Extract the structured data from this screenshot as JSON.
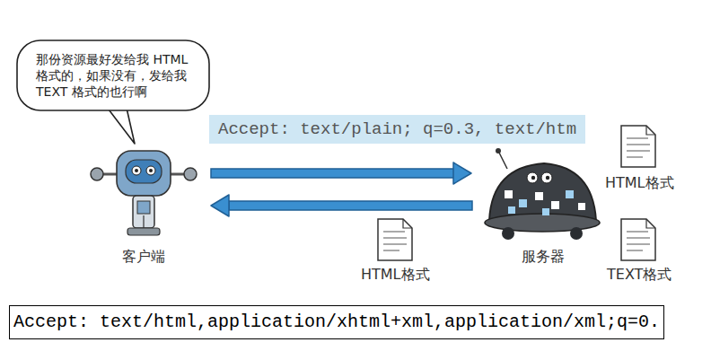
{
  "diagram": {
    "nodes": [
      {
        "text": [
          "那份资源最好发给我 HTML 格式的，如果没有，发给我 TEXT 格式的也行啊"
        ]
      },
      {
        "text": [
          "Accept: text/plain; q=0.3, text/htm"
        ]
      },
      {
        "text": [
          "客户端"
        ]
      },
      {
        "text": [
          "服务器"
        ]
      },
      {
        "text": [
          "Accept: text/html,application/xhtml+xml,application/xml;q=0."
        ]
      }
    ],
    "edges": [
      {
        "from": 2,
        "to": 3,
        "arrow": "to"
      },
      {
        "from": 3,
        "to": 2,
        "arrow": "to"
      }
    ],
    "labels": [
      "HTML格式",
      "HTML格式",
      "TEXT格式"
    ]
  }
}
